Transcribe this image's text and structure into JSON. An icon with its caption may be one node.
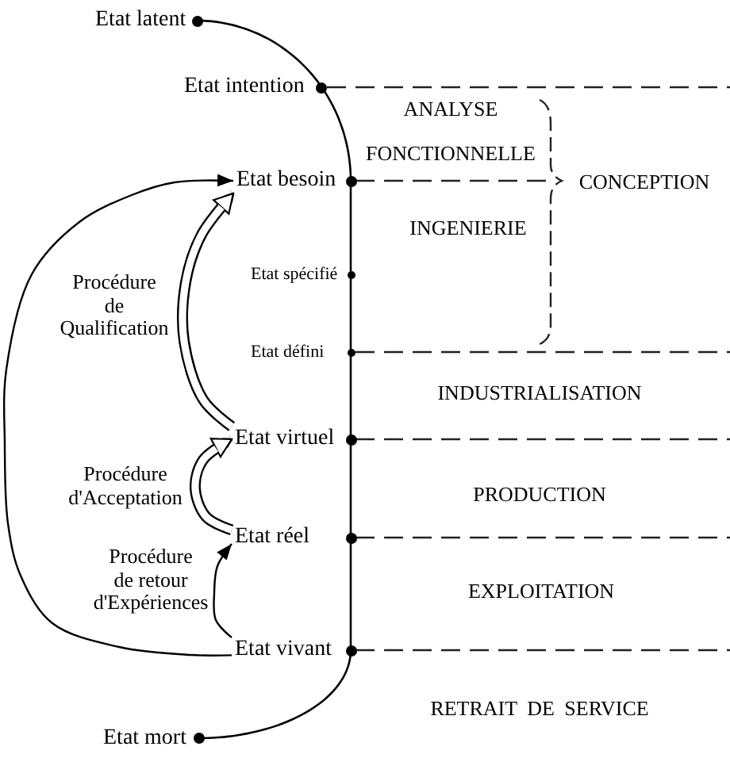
{
  "diagram": {
    "nodes": [
      {
        "text": [
          "Etat latent"
        ]
      },
      {
        "text": [
          "Etat intention"
        ]
      },
      {
        "text": [
          "Etat besoin"
        ]
      },
      {
        "text": [
          "Etat spécifié"
        ]
      },
      {
        "text": [
          "Etat défini"
        ]
      },
      {
        "text": [
          "Etat virtuel"
        ]
      },
      {
        "text": [
          "Etat réel"
        ]
      },
      {
        "text": [
          "Etat vivant"
        ]
      },
      {
        "text": [
          "Etat mort"
        ]
      }
    ],
    "edges": [
      {
        "from": 0,
        "to": 1,
        "arrow": "none"
      },
      {
        "from": 1,
        "to": 2,
        "arrow": "none"
      },
      {
        "from": 2,
        "to": 3,
        "arrow": "none"
      },
      {
        "from": 3,
        "to": 4,
        "arrow": "none"
      },
      {
        "from": 4,
        "to": 5,
        "arrow": "none"
      },
      {
        "from": 5,
        "to": 6,
        "arrow": "none"
      },
      {
        "from": 6,
        "to": 7,
        "arrow": "none"
      },
      {
        "from": 7,
        "to": 8,
        "arrow": "none"
      },
      {
        "from": 7,
        "to": 2,
        "arrow": "to"
      },
      {
        "from": 5,
        "to": 2,
        "arrow": "to",
        "style": "thick",
        "label": "Procédure de Qualification"
      },
      {
        "from": 6,
        "to": 5,
        "arrow": "to",
        "style": "thick",
        "label": "Procédure d'Acceptation"
      },
      {
        "from": 7,
        "to": 6,
        "arrow": "to",
        "label": "Procédure de retour d'Expériences"
      }
    ],
    "labels": [
      "ANALYSE FONCTIONNELLE",
      "CONCEPTION",
      "INGENIERIE",
      "INDUSTRIALISATION",
      "PRODUCTION",
      "EXPLOITATION",
      "RETRAIT DE SERVICE"
    ]
  }
}
